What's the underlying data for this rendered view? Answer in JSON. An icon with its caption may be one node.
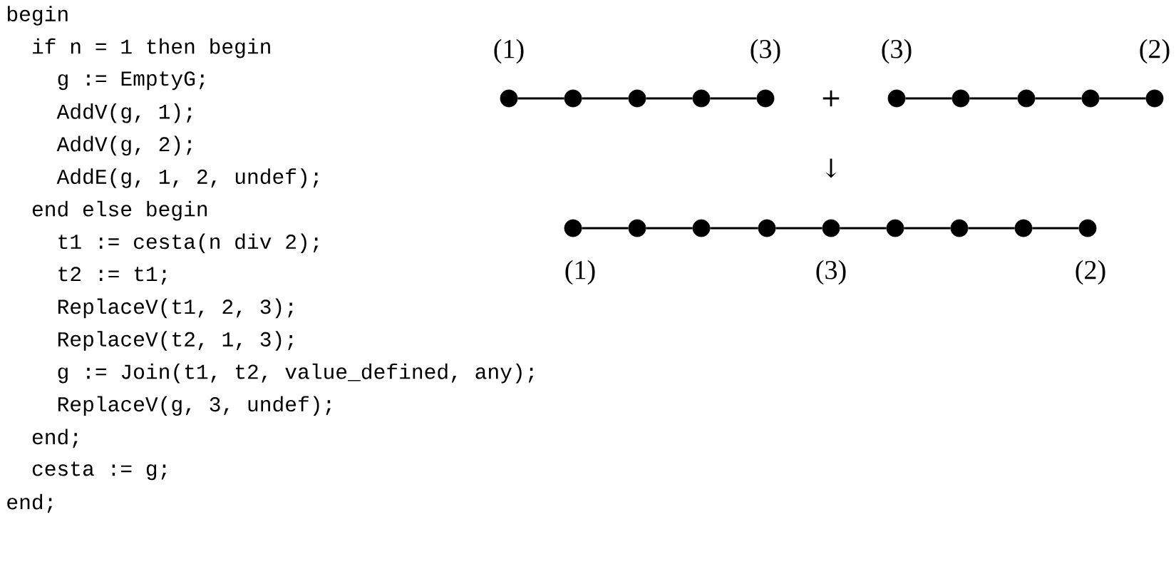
{
  "diagram": {
    "nodes": [
      {
        "text": [],
        "shape": "circle",
        "beside": [
          "(1)"
        ]
      },
      {
        "text": [],
        "shape": "circle"
      },
      {
        "text": [],
        "shape": "circle"
      },
      {
        "text": [],
        "shape": "circle"
      },
      {
        "text": [],
        "shape": "circle",
        "beside": [
          "(3)"
        ]
      },
      {
        "text": [],
        "shape": "circle",
        "beside": [
          "(3)"
        ]
      },
      {
        "text": [],
        "shape": "circle"
      },
      {
        "text": [],
        "shape": "circle"
      },
      {
        "text": [],
        "shape": "circle"
      },
      {
        "text": [],
        "shape": "circle",
        "beside": [
          "(2)"
        ]
      },
      {
        "text": [],
        "shape": "circle",
        "beside": [
          "(1)"
        ]
      },
      {
        "text": [],
        "shape": "circle"
      },
      {
        "text": [],
        "shape": "circle"
      },
      {
        "text": [],
        "shape": "circle"
      },
      {
        "text": [],
        "shape": "circle",
        "beside": [
          "(3)"
        ]
      },
      {
        "text": [],
        "shape": "circle"
      },
      {
        "text": [],
        "shape": "circle"
      },
      {
        "text": [],
        "shape": "circle"
      },
      {
        "text": [],
        "shape": "circle",
        "beside": [
          "(2)"
        ]
      }
    ],
    "edges": [
      {
        "from": 0,
        "to": 1,
        "arrow": "none"
      },
      {
        "from": 1,
        "to": 2,
        "arrow": "none"
      },
      {
        "from": 2,
        "to": 3,
        "arrow": "none"
      },
      {
        "from": 3,
        "to": 4,
        "arrow": "none"
      },
      {
        "from": 5,
        "to": 6,
        "arrow": "none"
      },
      {
        "from": 6,
        "to": 7,
        "arrow": "none"
      },
      {
        "from": 7,
        "to": 8,
        "arrow": "none"
      },
      {
        "from": 8,
        "to": 9,
        "arrow": "none"
      },
      {
        "from": 10,
        "to": 11,
        "arrow": "none"
      },
      {
        "from": 11,
        "to": 12,
        "arrow": "none"
      },
      {
        "from": 12,
        "to": 13,
        "arrow": "none"
      },
      {
        "from": 13,
        "to": 14,
        "arrow": "none"
      },
      {
        "from": 14,
        "to": 15,
        "arrow": "none"
      },
      {
        "from": 15,
        "to": 16,
        "arrow": "none"
      },
      {
        "from": 16,
        "to": 17,
        "arrow": "none"
      },
      {
        "from": 17,
        "to": 18,
        "arrow": "none"
      }
    ],
    "labels": [
      "begin",
      "if n = 1 then begin",
      "g := EmptyG;",
      "AddV(g, 1);",
      "AddV(g, 2);",
      "AddE(g, 1, 2, undef);",
      "end else begin",
      "t1 := cesta(n div 2);",
      "t2 := t1;",
      "ReplaceV(t1, 2, 3);",
      "ReplaceV(t2, 1, 3);",
      "g := Join(t1, t2, value_defined, any);",
      "ReplaceV(g, 3, undef);",
      "end;",
      "cesta := g;",
      "end;",
      "+",
      "↓"
    ]
  }
}
